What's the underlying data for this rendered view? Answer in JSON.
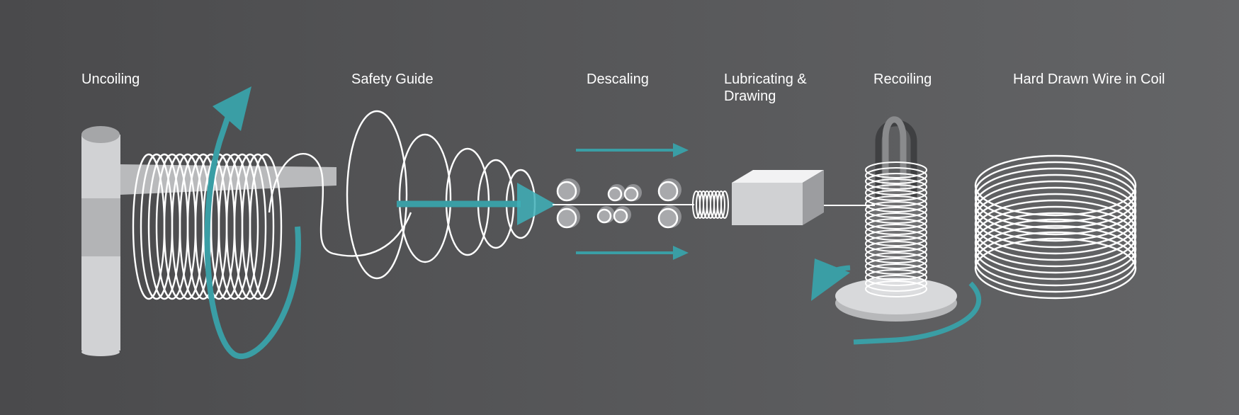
{
  "stages": {
    "uncoiling": "Uncoiling",
    "safety_guide": "Safety Guide",
    "descaling": "Descaling",
    "lubricating_line1": "Lubricating &",
    "lubricating_line2": "Drawing",
    "recoiling": "Recoiling",
    "hard_drawn": "Hard Drawn Wire in Coil"
  },
  "colors": {
    "accent": "#3a9ea5",
    "background_left": "#4a4a4c",
    "background_right": "#646567",
    "wire": "#ffffff"
  }
}
